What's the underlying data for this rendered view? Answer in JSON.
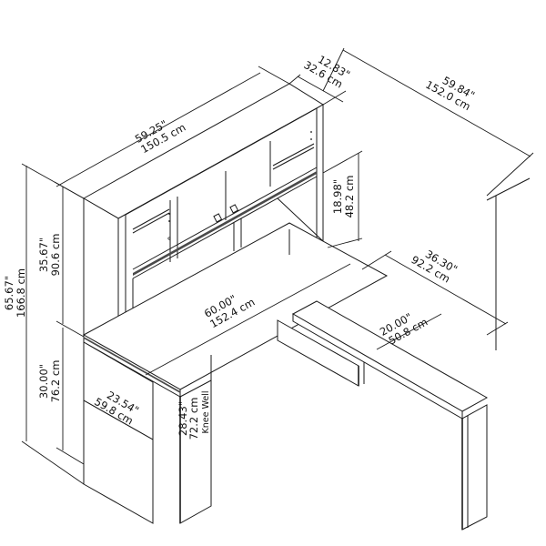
{
  "diagram": {
    "subject": "L-shaped desk with hutch — dimension drawing",
    "line_color": "#1a1a1a",
    "background": "#ffffff",
    "dimensions": {
      "hutch_width": {
        "in": "59.25\"",
        "cm": "150.5 cm"
      },
      "hutch_depth": {
        "in": "12.83\"",
        "cm": "32.6 cm"
      },
      "return_overall_length": {
        "in": "59.84\"",
        "cm": "152.0 cm"
      },
      "overall_height": {
        "in": "65.67\"",
        "cm": "166.8 cm"
      },
      "hutch_height": {
        "in": "35.67\"",
        "cm": "90.6 cm"
      },
      "desk_height": {
        "in": "30.00\"",
        "cm": "76.2 cm"
      },
      "hutch_opening_height": {
        "in": "18.98\"",
        "cm": "48.2 cm"
      },
      "return_width": {
        "in": "36.30\"",
        "cm": "92.2 cm"
      },
      "desk_width": {
        "in": "60.00\"",
        "cm": "152.4 cm"
      },
      "return_depth": {
        "in": "20.00\"",
        "cm": "50.8 cm"
      },
      "desk_depth": {
        "in": "23.54\"",
        "cm": "59.8 cm"
      },
      "knee_well_height": {
        "in": "28.43\"",
        "cm": "72.2 cm",
        "note": "Knee Well"
      }
    }
  }
}
